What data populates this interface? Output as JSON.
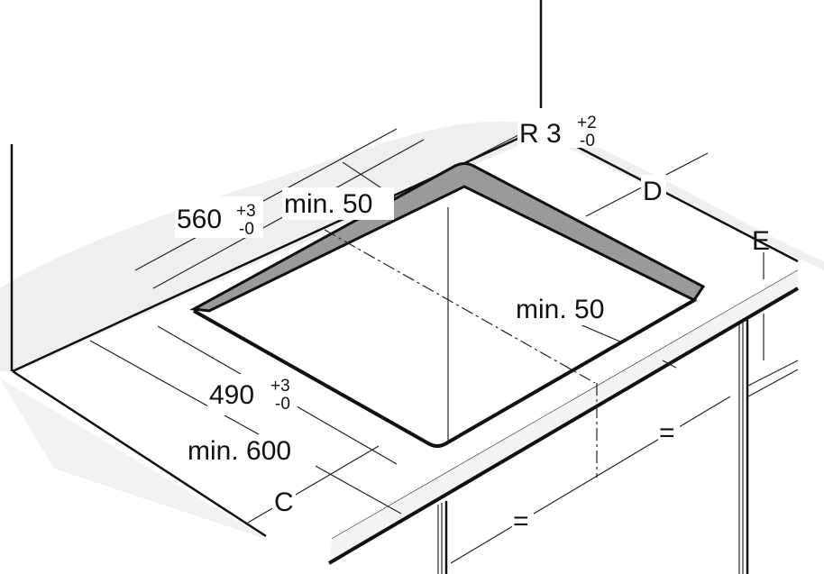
{
  "labels": {
    "radius": {
      "main": "R 3",
      "upper": "+2",
      "lower": "-0"
    },
    "depth_cutout": {
      "main": "560",
      "upper": "+3",
      "lower": "-0"
    },
    "width_cutout": {
      "main": "490",
      "upper": "+3",
      "lower": "-0"
    },
    "min_back": "min. 50",
    "min_side": "min. 50",
    "min_600": "min. 600",
    "C": "C",
    "D": "D",
    "E": "E",
    "equal_right": "=",
    "equal_left": "="
  },
  "colors": {
    "rim": "#9a9a9a",
    "shadow": "#ececec",
    "line": "#111111"
  }
}
